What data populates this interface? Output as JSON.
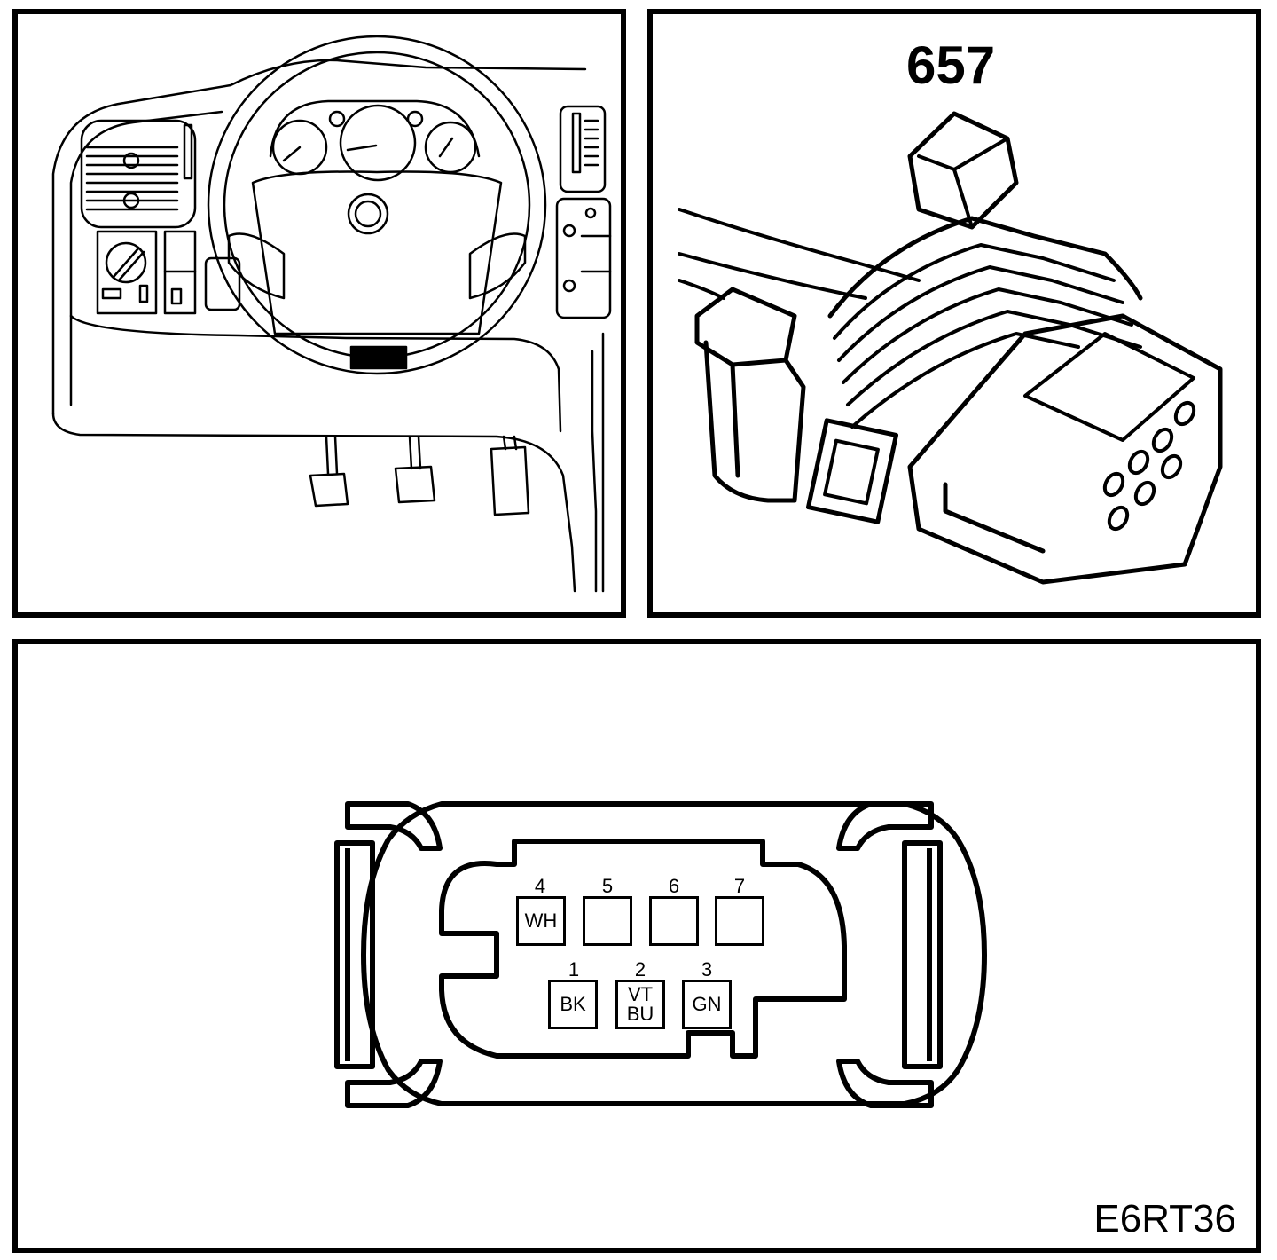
{
  "connector": {
    "id": "657"
  },
  "figure_code": "E6RT36",
  "pins_top": [
    {
      "number": "4",
      "wire": "WH"
    },
    {
      "number": "5",
      "wire": ""
    },
    {
      "number": "6",
      "wire": ""
    },
    {
      "number": "7",
      "wire": ""
    }
  ],
  "pins_bottom": [
    {
      "number": "1",
      "wire": "BK",
      "wire2": ""
    },
    {
      "number": "2",
      "wire": "VT",
      "wire2": "BU"
    },
    {
      "number": "3",
      "wire": "GN",
      "wire2": ""
    }
  ]
}
